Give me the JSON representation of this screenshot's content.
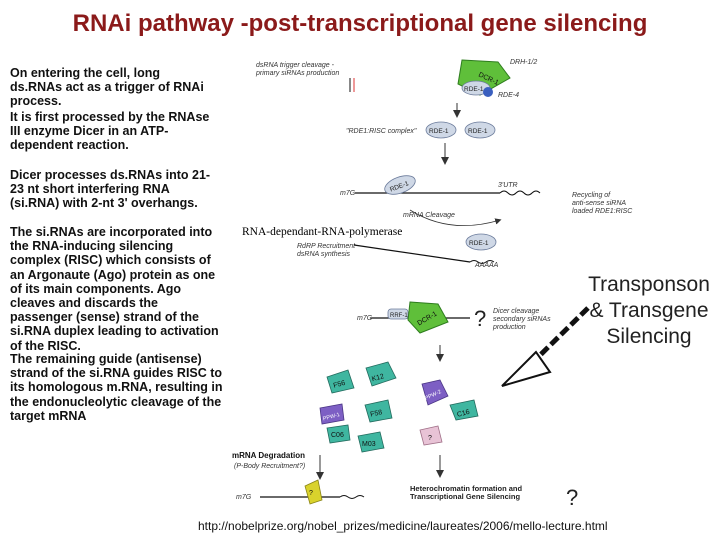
{
  "title": "RNAi pathway -post-transcriptional gene silencing",
  "paragraphs": [
    "On entering the cell, long ds.RNAs act as a trigger of RNAi process.",
    "It is first processed by the RNAse III enzyme Dicer in an ATP-dependent reaction.",
    "Dicer processes ds.RNAs into 21-23 nt short interfering RNA (si.RNA) with 2-nt 3' overhangs.",
    "The si.RNAs are incorporated into the RNA-inducing silencing complex (RISC) which consists of an Argonaute (Ago) protein as one of its main components. Ago cleaves and discards the passenger (sense) strand of the si.RNA duplex leading to activation of the RISC.",
    "The remaining guide (antisense) strand of the si.RNA guides RISC to its homologous m.RNA, resulting in the endonucleolytic cleavage of the target mRNA"
  ],
  "diagram": {
    "trigger_label": "dsRNA trigger cleavage -\nprimary siRNAs production",
    "drh_label": "DRH-1/2",
    "rde4_label": "RDE-4",
    "risc_label": "\"RDE1:RISC complex\"",
    "m7g_label": "m7G",
    "utr_label": "3'UTR",
    "recycling_label": "Recycling of\nanti-sense siRNA\nloaded RDE1:RISC",
    "mrna_cleavage_label": "mRNA Cleavage",
    "rdrp_label": "RdRP Recruitment\ndsRNA synthesis",
    "rna_polymerase_label": "RNA-dependant-RNA-polymerase",
    "aaaaa_label": "AAAAA",
    "dicer_secondary_label": "Dicer cleavage\nsecondary siRNAs\nproduction",
    "mrna_degradation_label": "mRNA Degradation",
    "pbody_label": "(P-Body Recruitment?)",
    "heterochromatin_label": "Heterochromatin formation and\nTranscriptional Gene Silencing",
    "transposon_label": "Transponson\n& Transgene\nSilencing",
    "question_mark": "?",
    "proteins": {
      "dcr1": "DCR-1",
      "rde1": "RDE-1",
      "rrf1": "RRF-1",
      "k12": "K12",
      "f56": "F56",
      "f58": "F58",
      "c16": "C16",
      "c06": "C06",
      "m03": "M03",
      "ppw1": "PPW-1",
      "ppw2": "PPW-2",
      "q": "?"
    }
  },
  "source_url": "http://nobelprize.org/nobel_prizes/medicine/laureates/2006/mello-lecture.html",
  "colors": {
    "title": "#8b1a1a",
    "dcr_green": "#5fbf3a",
    "rde_blue": "#cfd8e6",
    "f_teal": "#3fb6a0",
    "purple": "#7d5fc4",
    "yellow": "#d9d22c",
    "pink": "#e8c3d6",
    "arrow": "#111111"
  }
}
